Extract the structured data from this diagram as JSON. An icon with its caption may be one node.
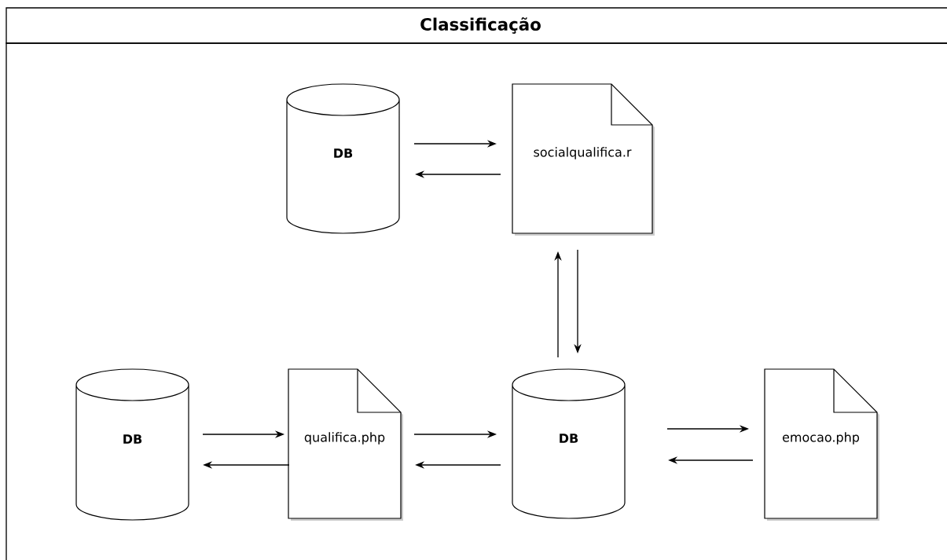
{
  "diagram": {
    "nodes": [
      {
        "text": [
          "Classificação"
        ]
      },
      {
        "text": [
          "DB"
        ],
        "in": 0
      },
      {
        "text": [
          "socialqualifica.r"
        ],
        "in": 0
      },
      {
        "text": [
          "DB"
        ],
        "in": 0
      },
      {
        "text": [
          "qualifica.php"
        ],
        "in": 0
      },
      {
        "text": [
          "DB"
        ],
        "in": 0
      },
      {
        "text": [
          "emocao.php"
        ],
        "in": 0
      }
    ],
    "edges": [
      {
        "from": 1,
        "to": 2,
        "arrow": "to"
      },
      {
        "from": 2,
        "to": 1,
        "arrow": "to"
      },
      {
        "from": 5,
        "to": 2,
        "arrow": "to"
      },
      {
        "from": 2,
        "to": 5,
        "arrow": "to"
      },
      {
        "from": 3,
        "to": 4,
        "arrow": "to"
      },
      {
        "from": 4,
        "to": 3,
        "arrow": "to"
      },
      {
        "from": 4,
        "to": 5,
        "arrow": "to"
      },
      {
        "from": 5,
        "to": 4,
        "arrow": "to"
      },
      {
        "from": 5,
        "to": 6,
        "arrow": "to"
      },
      {
        "from": 6,
        "to": 5,
        "arrow": "to"
      }
    ]
  }
}
